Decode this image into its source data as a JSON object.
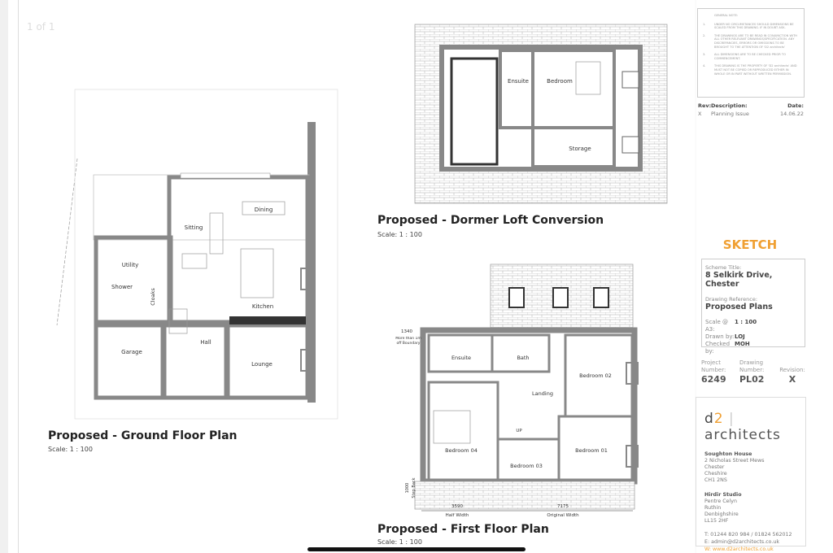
{
  "viewer": {
    "page_counter": "1 of 1"
  },
  "ground_floor": {
    "title": "Proposed - Ground Floor Plan",
    "scale": "Scale:  1 : 100",
    "rooms": {
      "dining": "Dining",
      "sitting": "Sitting",
      "utility": "Utility",
      "shower": "Shower",
      "cloaks": "Cloaks",
      "kitchen": "Kitchen",
      "hall": "Hall",
      "garage": "Garage",
      "lounge": "Lounge"
    }
  },
  "loft": {
    "title": "Proposed - Dormer Loft Conversion",
    "scale": "Scale:  1 : 100",
    "rooms": {
      "ensuite": "Ensuite",
      "bedroom": "Bedroom",
      "storage": "Storage"
    }
  },
  "first_floor": {
    "title": "Proposed - First Floor Plan",
    "scale": "Scale:  1 : 100",
    "rooms": {
      "ensuite": "Ensuite",
      "bath": "Bath",
      "bedroom02": "Bedroom 02",
      "landing": "Landing",
      "bedroom04": "Bedroom 04",
      "bedroom01": "Bedroom 01",
      "bedroom03": "Bedroom 03",
      "up": "UP"
    },
    "dims": {
      "d1340": "1340",
      "boundary": "More than 1m off Boundary",
      "d1000": "1000",
      "step_back": "Step Back",
      "d3590": "3590",
      "half_width": "Half Width",
      "d7175": "7175",
      "original_width": "Original Width"
    }
  },
  "title_block": {
    "general_note": "GENERAL NOTE:",
    "notes": [
      {
        "n": "1.",
        "text": "UNDER NO CIRCUMSTANCES SHOULD DIMENSIONS BE SCALED FROM THIS DRAWING. IF IN DOUBT ASK."
      },
      {
        "n": "2.",
        "text": "THE DRAWINGS ARE TO BE READ IN CONJUNCTION WITH ALL OTHER RELEVANT DRAWINGS/SPECIFICATION. ANY DISCREPANCIES, ERRORS OR OMISSIONS TO BE BROUGHT TO THE ATTENTION OF 'D2 architects'"
      },
      {
        "n": "3.",
        "text": "ALL DIMENSIONS ARE TO BE CHECKED PRIOR TO COMMENCEMENT."
      },
      {
        "n": "4.",
        "text": "THIS DRAWING IS THE PROPERTY OF 'D2 architects' AND MUST NOT BE COPIED OR REPRODUCED EITHER IN WHOLE OR IN PART WITHOUT WRITTEN PERMISSION."
      }
    ],
    "rev_header": {
      "rev": "Rev:",
      "description": "Description:",
      "date": "Date:"
    },
    "rev_row": {
      "rev": "X",
      "description": "Planning Issue",
      "date": "14.06.22"
    },
    "status": "SKETCH",
    "scheme_title_label": "Scheme Title:",
    "scheme_title": "8 Selkirk Drive, Chester",
    "drawing_ref_label": "Drawing Reference:",
    "drawing_ref": "Proposed Plans",
    "scale_label": "Scale @ A3:",
    "scale": "1 : 100",
    "drawn_label": "Drawn by:",
    "drawn": "LOJ",
    "checked_label": "Checked by:",
    "checked": "MOH",
    "project_label": "Project Number:",
    "project": "6249",
    "drawing_no_label": "Drawing Number:",
    "drawing_no": "PL02",
    "revision_label": "Revision:",
    "revision": "X",
    "accent_color": "#f0a033"
  },
  "company": {
    "logo_d2": "d2",
    "logo_rest": "architects",
    "office1_name": "Soughton House",
    "office1_lines": [
      "2 Nicholas Street Mews",
      "Chester",
      "Cheshire",
      "CH1 2NS"
    ],
    "office2_name": "Hirdir Studio",
    "office2_lines": [
      "Pentre Celyn",
      "Ruthin",
      "Denbighshire",
      "LL15 2HF"
    ],
    "phone": "T:     01244 820 984 / 01824 562012",
    "email": "E:     admin@d2architects.co.uk",
    "web": "W:    www.d2architects.co.uk"
  }
}
